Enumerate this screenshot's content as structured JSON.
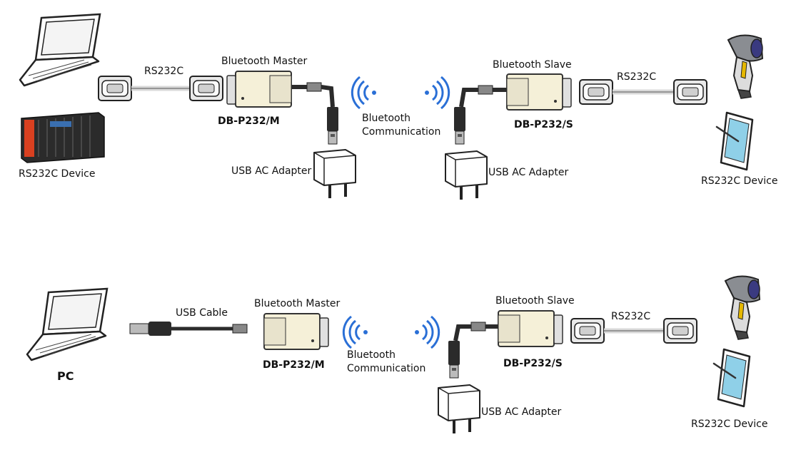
{
  "colors": {
    "cable": "#555555",
    "cable_light": "#d8d8d8",
    "module_body": "#f5f0d8",
    "module_outline": "#333333",
    "connector": "#e6e6e6",
    "wave": "#2a6fd6",
    "plc": "#2b2b2b",
    "plc_accent": "#d94020",
    "adapter": "#ffffff",
    "scanner_head": "#8a8d92",
    "scanner_grip": "#e6b800"
  },
  "icons": {
    "laptop": "laptop-icon",
    "plc": "plc-device-icon",
    "scanner": "barcode-scanner-icon",
    "tablet": "tablet-icon",
    "module": "bluetooth-module-icon",
    "adapter": "usb-ac-adapter-icon",
    "wave": "bluetooth-signal-icon"
  },
  "top": {
    "left_device_label": "RS232C Device",
    "left_cable_label": "RS232C",
    "master_title": "Bluetooth Master",
    "master_model": "DB-P232/M",
    "comm_label_line1": "Bluetooth",
    "comm_label_line2": "Communication",
    "slave_title": "Bluetooth Slave",
    "slave_model": "DB-P232/S",
    "right_cable_label": "RS232C",
    "right_device_label": "RS232C Device",
    "adapter_left_label": "USB AC Adapter",
    "adapter_right_label": "USB AC Adapter"
  },
  "bottom": {
    "left_device_label": "PC",
    "left_cable_label": "USB Cable",
    "master_title": "Bluetooth Master",
    "master_model": "DB-P232/M",
    "comm_label_line1": "Bluetooth",
    "comm_label_line2": "Communication",
    "slave_title": "Bluetooth Slave",
    "slave_model": "DB-P232/S",
    "right_cable_label": "RS232C",
    "right_device_label": "RS232C Device",
    "adapter_label": "USB AC Adapter"
  }
}
